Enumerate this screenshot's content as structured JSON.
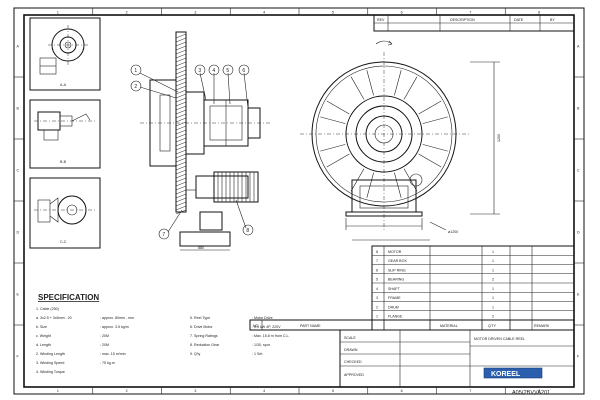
{
  "drawing": {
    "columns": [
      "1",
      "2",
      "3",
      "4",
      "5",
      "6",
      "7",
      "8"
    ],
    "rows": [
      "A",
      "B",
      "C",
      "D",
      "E",
      "F"
    ],
    "dimension_height": "1200",
    "dimension_small": "ø1200",
    "dimension_base": "880",
    "balloons": [
      "1",
      "2",
      "3",
      "4",
      "5",
      "6",
      "7",
      "8"
    ],
    "view_labels": [
      "A-A",
      "B-B",
      "C-C"
    ]
  },
  "specification": {
    "heading": "SPECIFICATION",
    "lines": [
      "1. Cable (250)",
      "   a. 3x2.5 + 3x5mm . 20",
      "   b. Size",
      "   c. Weight",
      "   d. Length",
      "2. Winding Length",
      "3. Winding Speed",
      "4. Winding Torque"
    ],
    "values": [
      "approx. 80mm . mm",
      "approx. 3.5 kg/m",
      "20M",
      "20M",
      "max. 15 m/min",
      "75 kg.m"
    ],
    "items_col2": [
      "5. Reel Type",
      "6. Drive Motor",
      "7. Spring Ratings",
      "8. Reduction Gear",
      "9. Q'ty"
    ],
    "values_col2": [
      "Motor Drive",
      "0.4 kW 4P, 220V",
      "Max. 15.8 m from C.L.",
      "1/30, spur",
      "1 Set"
    ]
  },
  "title_block": {
    "company": "KOREEL",
    "drawing_no": "A05(2BV)/A201",
    "top_headers": [
      "REV",
      "DESCRIPTION",
      "DATE",
      "BY"
    ],
    "parts": [
      {
        "no": "8",
        "name": "MOTOR",
        "qty": "1"
      },
      {
        "no": "7",
        "name": "GEAR BOX",
        "qty": "1"
      },
      {
        "no": "6",
        "name": "SLIP RING",
        "qty": "1"
      },
      {
        "no": "5",
        "name": "BEARING",
        "qty": "2"
      },
      {
        "no": "4",
        "name": "SHAFT",
        "qty": "1"
      },
      {
        "no": "3",
        "name": "FRAME",
        "qty": "1"
      },
      {
        "no": "2",
        "name": "DRUM",
        "qty": "1"
      },
      {
        "no": "1",
        "name": "FLANGE",
        "qty": "2"
      }
    ],
    "parts_header": [
      "NO",
      "PART NAME",
      "MATERIAL",
      "Q'TY",
      "REMARK"
    ],
    "title_rows": [
      "MOTOR DRIVEN CABLE REEL",
      "SCALE",
      "DRAWN",
      "CHECKED",
      "APPROVED"
    ]
  }
}
